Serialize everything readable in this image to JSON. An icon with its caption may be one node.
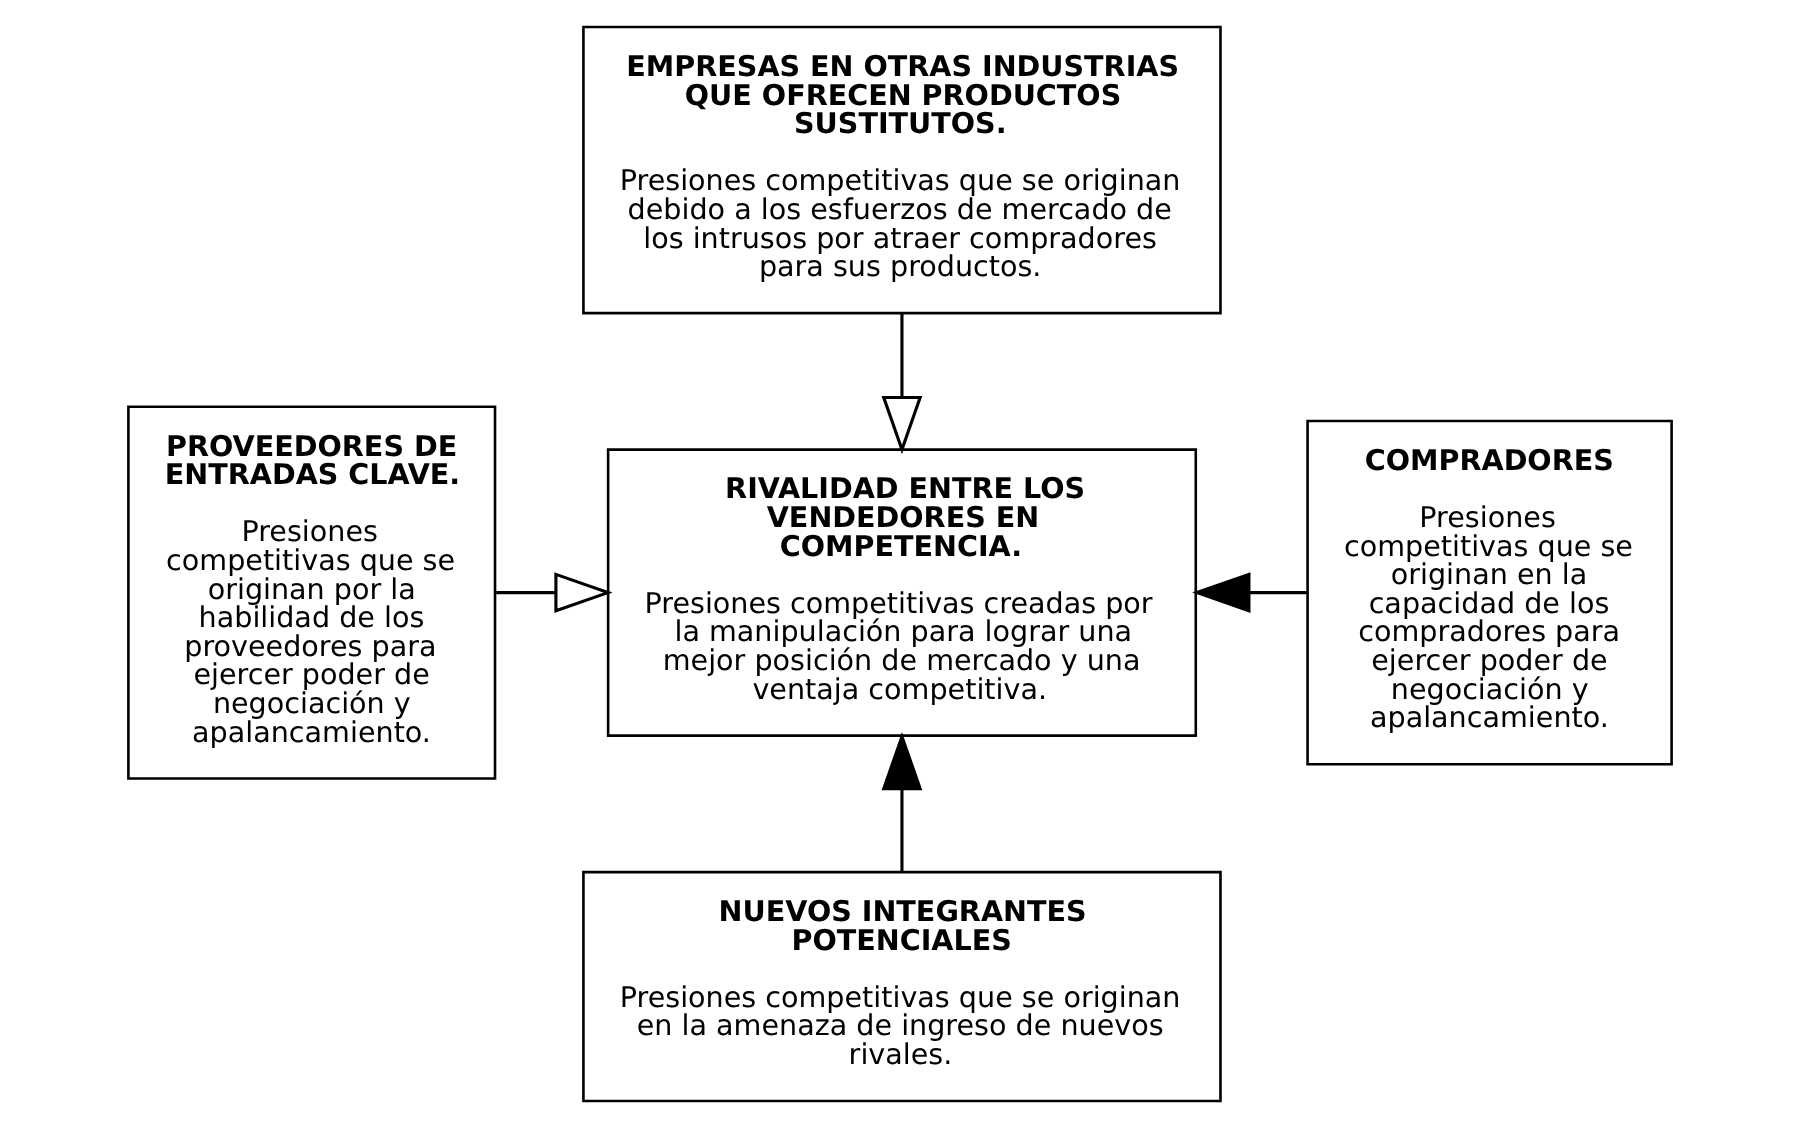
{
  "diagram": {
    "nodes": [
      {
        "text": [
          "EMPRESAS EN OTRAS INDUSTRIAS QUE OFRECEN PRODUCTOS SUSTITUTOS.",
          "Presiones competitivas que se originan debido a los esfuerzos de mercado de los intrusos por atraer compradores para sus productos."
        ]
      },
      {
        "text": [
          "PROVEEDORES DE ENTRADAS CLAVE.",
          "Presiones competitivas que se originan por la habilidad de los proveedores para ejercer poder de negociación y apalancamiento."
        ]
      },
      {
        "text": [
          "RIVALIDAD ENTRE LOS VENDEDORES EN COMPETENCIA.",
          "Presiones competitivas creadas por la manipulación para lograr una mejor posición de mercado y una ventaja competitiva."
        ]
      },
      {
        "text": [
          "COMPRADORES",
          "Presiones competitivas que se originan en la capacidad de los compradores para ejercer poder de negociación y apalancamiento."
        ]
      },
      {
        "text": [
          "NUEVOS INTEGRANTES POTENCIALES",
          "Presiones competitivas que se originan en la amenaza de ingreso de nuevos rivales."
        ]
      }
    ],
    "edges": [
      {
        "from": 0,
        "to": 2,
        "arrow": "to"
      },
      {
        "from": 1,
        "to": 2,
        "arrow": "to"
      },
      {
        "from": 3,
        "to": 2,
        "arrow": "to"
      },
      {
        "from": 4,
        "to": 2,
        "arrow": "to"
      }
    ]
  }
}
